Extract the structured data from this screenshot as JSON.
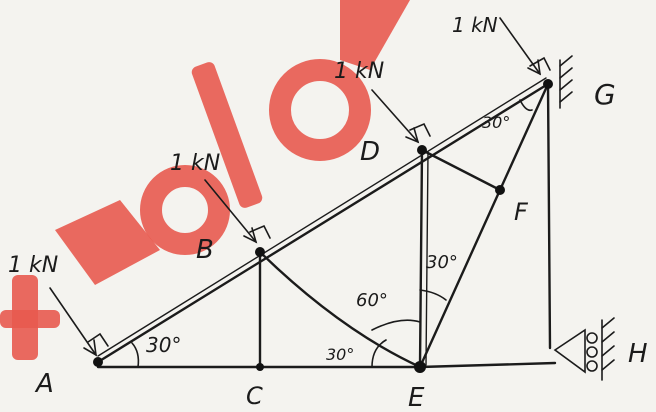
{
  "diagram": {
    "loads": [
      {
        "id": "load-A",
        "label": "1 kN"
      },
      {
        "id": "load-B",
        "label": "1 kN"
      },
      {
        "id": "load-D",
        "label": "1 kN"
      },
      {
        "id": "load-G",
        "label": "1 kN"
      }
    ],
    "nodes": {
      "A": "A",
      "B": "B",
      "C": "C",
      "D": "D",
      "E": "E",
      "F": "F",
      "G": "G",
      "H": "H"
    },
    "angles": {
      "at_A": "30°",
      "at_G": "30°",
      "at_E_left": "30°",
      "at_E_vertical": "60°",
      "at_E_right": "30°"
    },
    "colors": {
      "ink": "#1b1b1b",
      "watermark": "#e85a4f"
    }
  }
}
